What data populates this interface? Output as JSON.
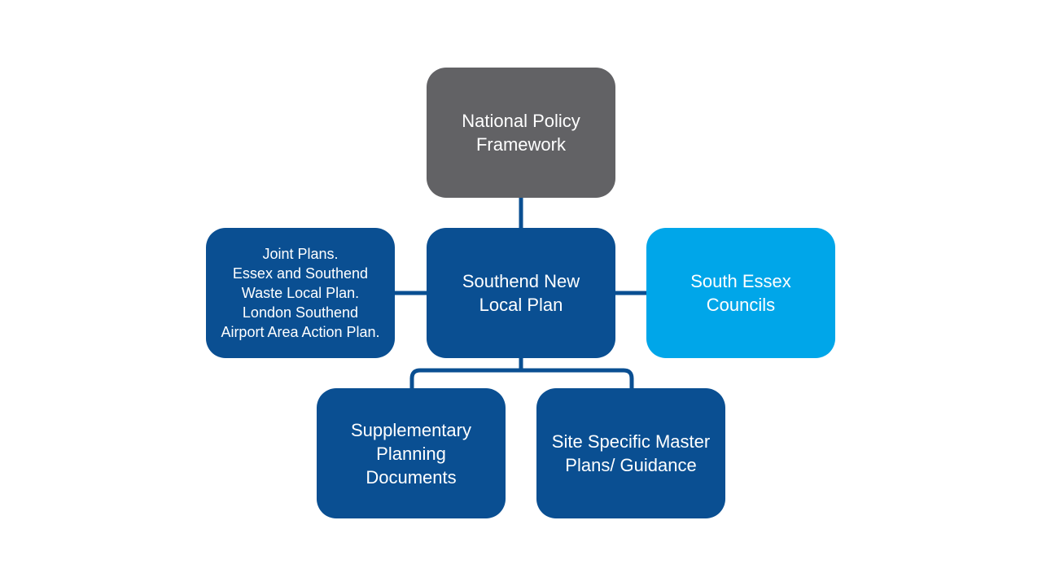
{
  "diagram": {
    "nodes": {
      "national": "National Policy\nFramework",
      "joint": "Joint Plans.\nEssex and Southend\nWaste Local Plan.\nLondon Southend\nAirport Area Action Plan.",
      "southend": "Southend New\nLocal Plan",
      "essex": "South Essex\nCouncils",
      "spd": "Supplementary\nPlanning\nDocuments",
      "site": "Site Specific Master\nPlans/ Guidance"
    },
    "edges": [
      {
        "from": "national",
        "to": "southend"
      },
      {
        "from": "joint",
        "to": "southend"
      },
      {
        "from": "southend",
        "to": "essex"
      },
      {
        "from": "southend",
        "to": "spd"
      },
      {
        "from": "southend",
        "to": "site"
      }
    ],
    "colors": {
      "grey": "#626265",
      "navy": "#0a4f92",
      "sky": "#00a6e9",
      "connector": "#0a4f92"
    }
  }
}
